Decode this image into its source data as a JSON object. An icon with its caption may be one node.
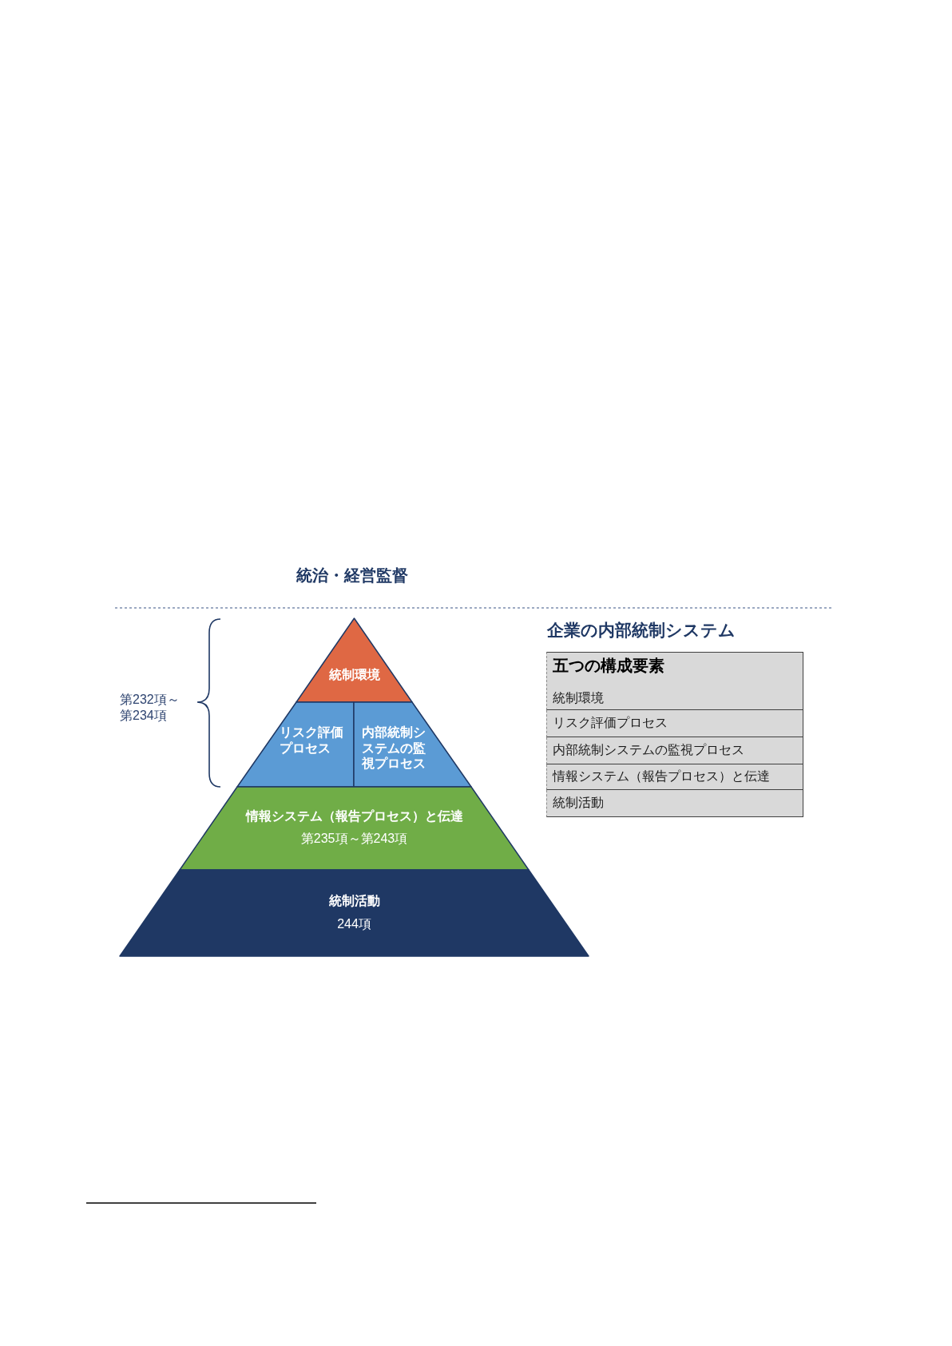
{
  "diagram": {
    "nodes": [
      {
        "text": [
          "統制環境"
        ]
      },
      {
        "text": [
          "リスク評価プロセス"
        ]
      },
      {
        "text": [
          "内部統制システムの監視プロセス"
        ]
      },
      {
        "text": [
          "情報システム（報告プロセス）と伝達",
          "第235項～第243項"
        ]
      },
      {
        "text": [
          "統制活動",
          "244項"
        ]
      }
    ],
    "labels": [
      "統治・経営監督",
      "第232項～第234項",
      "企業の内部統制システム",
      "五つの構成要素",
      "統制環境",
      "リスク評価プロセス",
      "内部統制システムの監視プロセス",
      "情報システム（報告プロセス）と伝達",
      "統制活動"
    ]
  }
}
